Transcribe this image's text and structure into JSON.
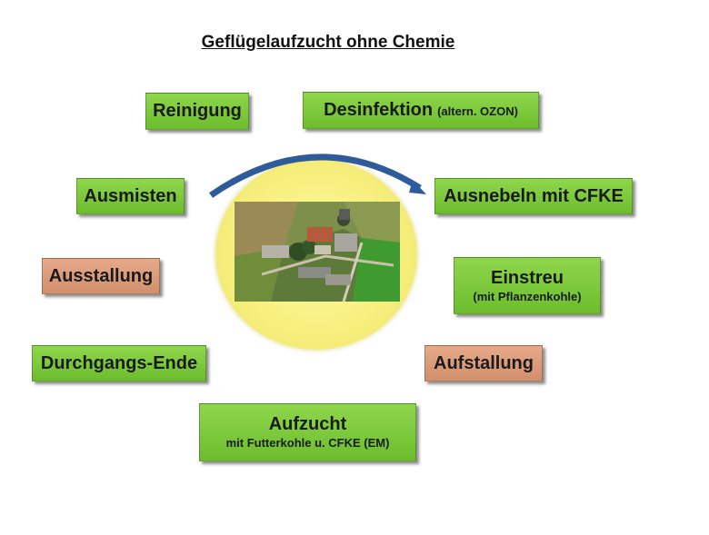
{
  "title": "Geflügelaufzucht ohne Chemie",
  "steps": {
    "reinigung": "Reinigung",
    "desinfektion": {
      "main": "Desinfektion",
      "sub": "(altern. OZON)"
    },
    "ausmisten": "Ausmisten",
    "ausnebeln": "Ausnebeln mit CFKE",
    "ausstallung": "Ausstallung",
    "einstreu": {
      "main": "Einstreu",
      "sub": "(mit Pflanzenkohle)"
    },
    "durchgangs_ende": "Durchgangs-Ende",
    "aufstallung": "Aufstallung",
    "aufzucht": {
      "main": "Aufzucht",
      "sub": "mit Futterkohle u. CFKE (EM)"
    }
  },
  "colors": {
    "green_box": "#7cc83b",
    "tan_box": "#dd9b79",
    "arrow": "#2e5b9a",
    "center_glow": "#f6ef7c"
  },
  "center_image": "aerial-farm-photo"
}
